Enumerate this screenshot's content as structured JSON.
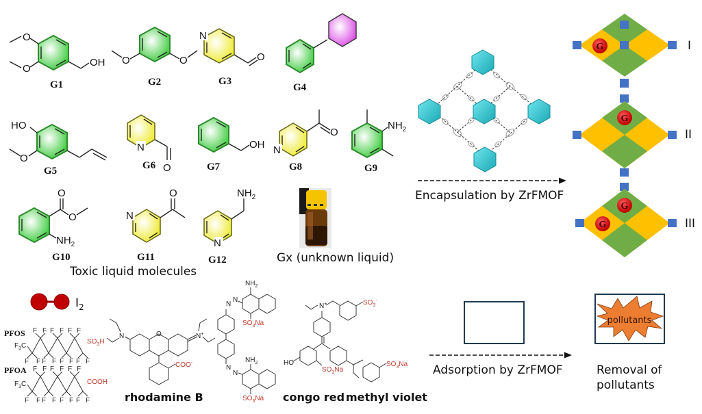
{
  "top_section": {
    "molecules": [
      {
        "id": "G1",
        "label": "G1",
        "substituent": "OH"
      },
      {
        "id": "G2",
        "label": "G2"
      },
      {
        "id": "G3",
        "label": "G3",
        "hetero": "N"
      },
      {
        "id": "G4",
        "label": "G4"
      },
      {
        "id": "G5",
        "label": "G5",
        "substituent": "HO"
      },
      {
        "id": "G6",
        "label": "G6",
        "hetero": "N"
      },
      {
        "id": "G7",
        "label": "G7",
        "substituent": "OH"
      },
      {
        "id": "G8",
        "label": "G8",
        "hetero": "N"
      },
      {
        "id": "G9",
        "label": "G9",
        "substituent": "NH2"
      },
      {
        "id": "G10",
        "label": "G10",
        "substituent": "NH2"
      },
      {
        "id": "G11",
        "label": "G11",
        "hetero": "N"
      },
      {
        "id": "G12",
        "label": "G12",
        "hetero": "N",
        "substituent": "NH2"
      }
    ],
    "unknown_liquid_label": "Gx (unknown liquid)",
    "group_caption": "Toxic liquid molecules",
    "atoms": {
      "O": "O",
      "N": "N",
      "OH": "OH",
      "HO": "HO",
      "NH": "NH",
      "sub2": "2"
    },
    "process_label": "Encapsulation by ZrFMOF",
    "guest_marker": "G",
    "modes": [
      {
        "roman": "I",
        "guest_count": 1
      },
      {
        "roman": "II",
        "guest_count": 1
      },
      {
        "roman": "III",
        "guest_count": 2
      }
    ]
  },
  "bottom_section": {
    "iodine": {
      "label_main": "I",
      "label_sub": "2"
    },
    "pfos": {
      "name": "PFOS",
      "head": "SO3H",
      "head_main": "SO",
      "head_sub": "3",
      "head_tail": "H"
    },
    "pfoa": {
      "name": "PFOA",
      "head": "COOH"
    },
    "cf3": {
      "main": "F",
      "sub": "3",
      "tail": "C"
    },
    "fluorine": "F",
    "dyes": {
      "rhodamine_b": {
        "name": "rhodamine B",
        "coo": "COO",
        "charge_minus": "-",
        "charge_plus": "+",
        "N": "N",
        "O": "O"
      },
      "congo_red": {
        "name": "congo red",
        "nh2": "NH",
        "so3na_main": "SO",
        "so3na_sub": "3",
        "so3na_tail": "Na",
        "N": "N"
      },
      "methyl_violet": {
        "name": "methyl violet",
        "so3_main": "SO",
        "so3_sub": "3",
        "so3_charge": "-",
        "ho": "HO",
        "so3na_main": "SO",
        "so3na_sub": "3",
        "so3na_tail": "Na"
      }
    },
    "process_label": "Adsorption by ZrFMOF",
    "pollutant_burst_label": "pollutants",
    "result_label_line1": "Removal of",
    "result_label_line2": "pollutants"
  },
  "colors": {
    "benzene_green": "#4cd04c",
    "pyridine_yellow": "#f2ee4a",
    "cyclohexane_magenta": "#e066e8",
    "mof_cluster_cyan": "#29c4cf",
    "pore_green": "#70ad47",
    "pore_orange": "#ffc000",
    "node_blue": "#4472c4",
    "guest_red": "#e01010",
    "iodine_red": "#c00000",
    "pollutant_orange": "#ed7d31",
    "box_navy": "#1f3a50",
    "acid_red": "#c0392b"
  }
}
